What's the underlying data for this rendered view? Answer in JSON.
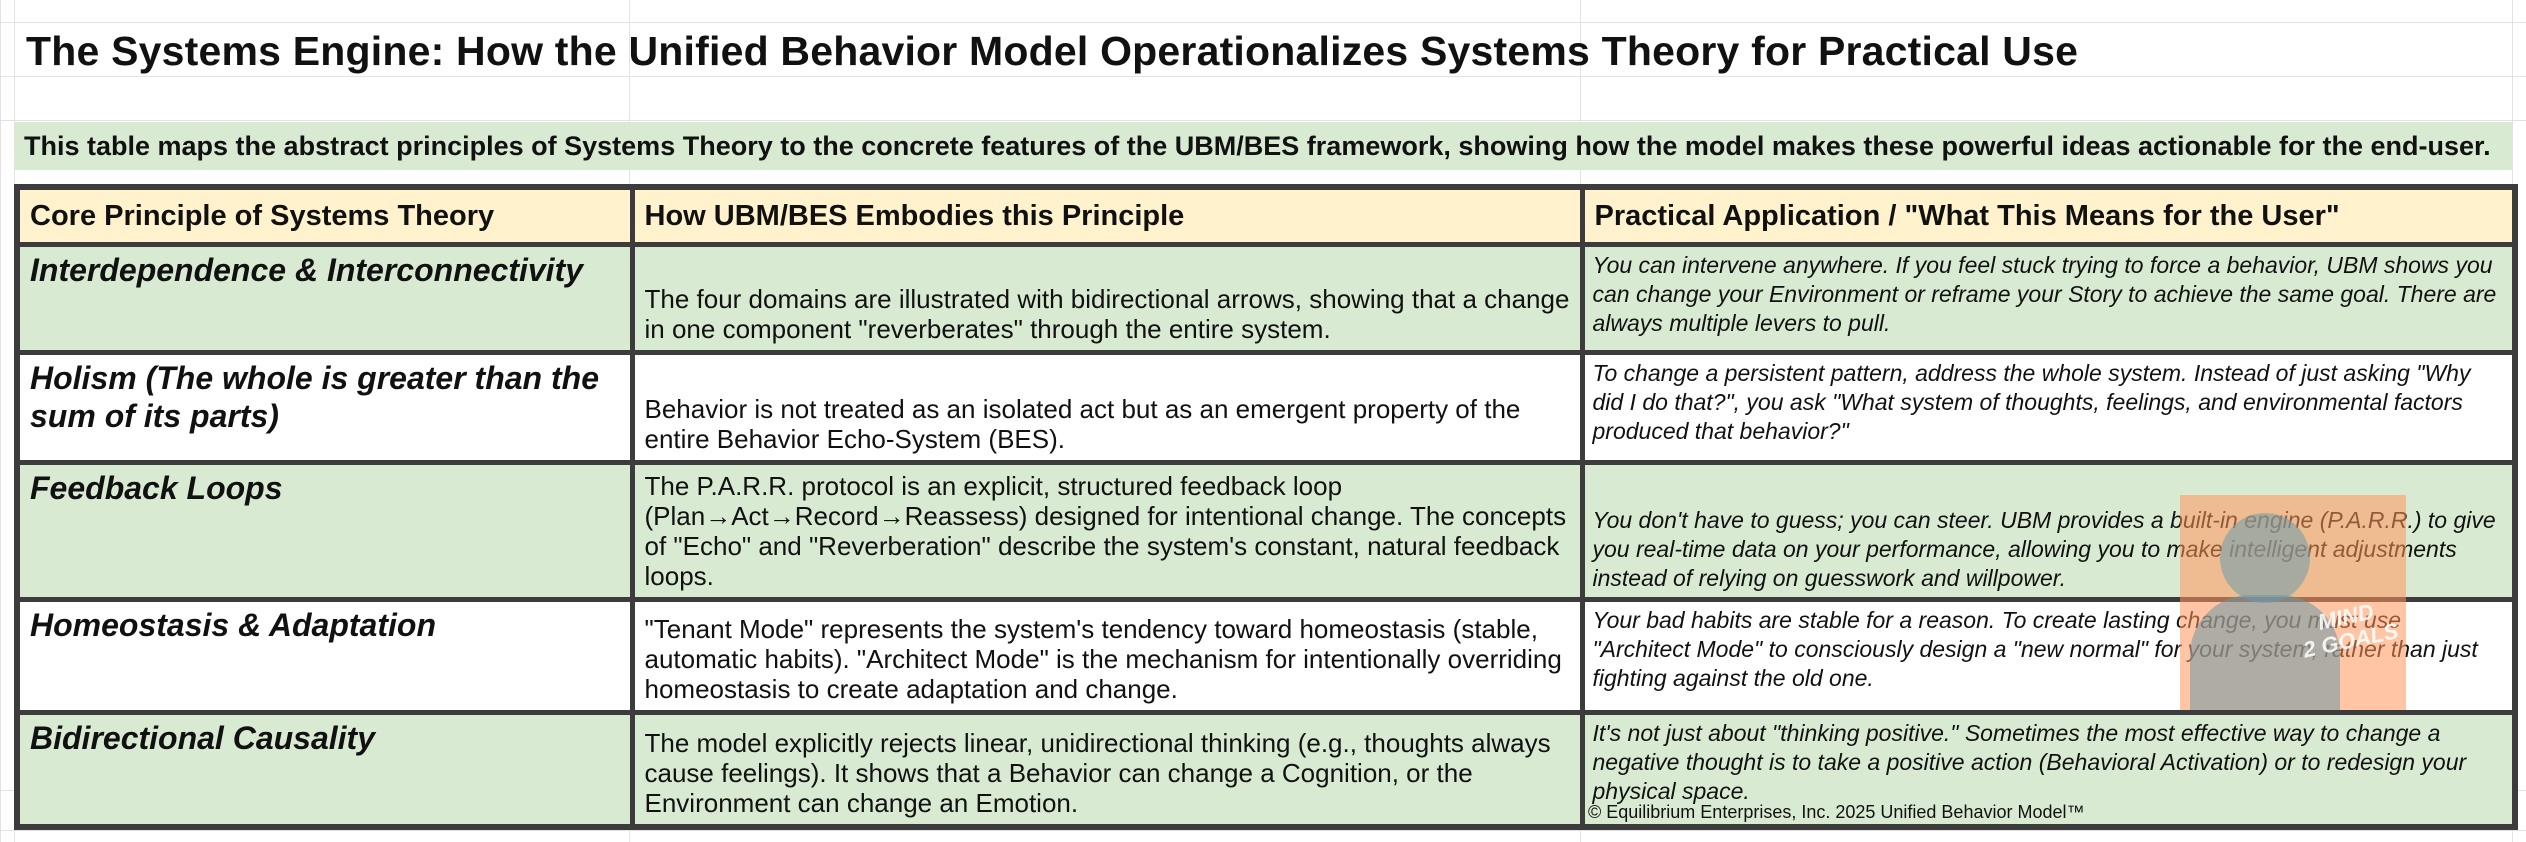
{
  "title": "The Systems Engine: How the Unified Behavior Model Operationalizes Systems Theory for Practical Use",
  "subtitle": "This table maps the abstract principles of Systems Theory to the concrete features of the UBM/BES framework, showing how the model makes these powerful ideas actionable for the end-user.",
  "table": {
    "headers": [
      "Core Principle of Systems Theory",
      "How UBM/BES Embodies this Principle",
      "Practical Application / \"What This Means for the User\""
    ],
    "rows": [
      {
        "principle": "Interdependence & Interconnectivity",
        "embodiment": "The four domains are illustrated with bidirectional arrows, showing that a change in one component \"reverberates\" through the entire system.",
        "application": "You can intervene anywhere. If you feel stuck trying to force a behavior, UBM shows you can change your Environment or reframe your Story to achieve the same goal. There are always multiple levers to pull."
      },
      {
        "principle": "Holism (The whole is greater than the sum of its parts)",
        "embodiment": "Behavior is not treated as an isolated act but as an emergent property of the entire Behavior Echo-System (BES).",
        "application": "To change a persistent pattern, address the whole system. Instead of just asking \"Why did I do that?\", you ask \"What system of thoughts, feelings, and environmental factors produced that behavior?\""
      },
      {
        "principle": "Feedback Loops",
        "embodiment": "The P.A.R.R. protocol is an explicit, structured feedback loop (Plan→Act→Record→Reassess) designed for intentional change. The concepts of \"Echo\" and \"Reverberation\" describe the system's constant, natural feedback loops.",
        "application": "You don't have to guess; you can steer. UBM provides a built-in engine (P.A.R.R.) to give you real-time data on your performance, allowing you to make intelligent adjustments instead of relying on guesswork and willpower."
      },
      {
        "principle": "Homeostasis & Adaptation",
        "embodiment": "\"Tenant Mode\" represents the system's tendency toward homeostasis (stable, automatic habits). \"Architect Mode\" is the mechanism for intentionally overriding homeostasis to create adaptation and change.",
        "application": "Your bad habits are stable for a reason. To create lasting change, you must use \"Architect Mode\" to consciously design a \"new normal\" for your system, rather than just fighting against the old one."
      },
      {
        "principle": "Bidirectional Causality",
        "embodiment": "The model explicitly rejects linear, unidirectional thinking (e.g., thoughts always cause feelings). It shows that a Behavior can change a Cognition, or the Environment can change an Emotion.",
        "application": "It's not just about \"thinking positive.\" Sometimes the most effective way to change a negative thought is to take a positive action (Behavioral Activation) or to redesign your physical space."
      }
    ]
  },
  "footer": "© Equilibrium Enterprises, Inc. 2025 Unified Behavior Model™",
  "watermark": {
    "text_line1": "MIND",
    "text_line2": "2 GOALS"
  },
  "colors": {
    "header_fill": "#fff2cc",
    "green_fill": "#d9ead3",
    "border": "#3c3c3c"
  }
}
